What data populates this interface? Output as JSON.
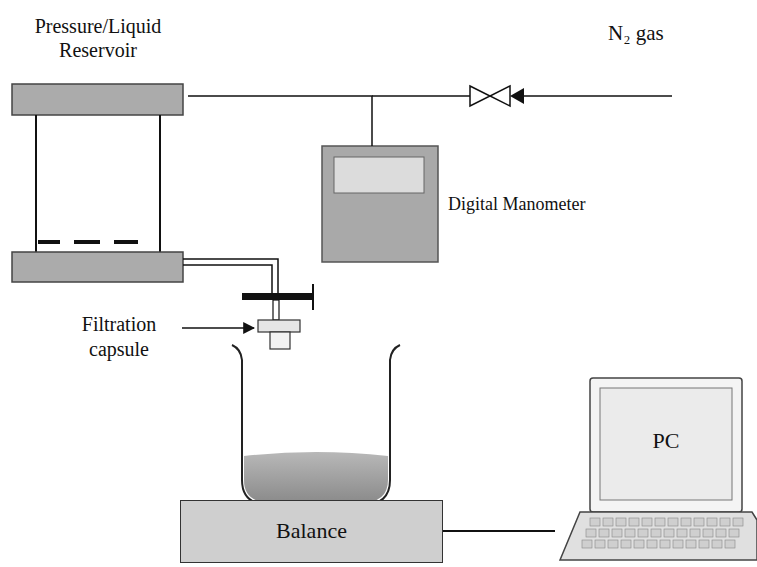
{
  "diagram": {
    "nodes": [
      {
        "text": [
          "Pressure/Liquid Reservoir"
        ]
      },
      {
        "text": [
          "Digital Manometer"
        ]
      },
      {
        "text": [
          "PC"
        ]
      },
      {
        "text": [
          "Balance"
        ]
      }
    ],
    "edges": [
      {
        "from": 0,
        "to": 1,
        "arrow": "none"
      },
      {
        "from": 3,
        "to": 2,
        "arrow": "none"
      }
    ],
    "labels": [
      "N₂ gas",
      "Filtration capsule"
    ]
  }
}
